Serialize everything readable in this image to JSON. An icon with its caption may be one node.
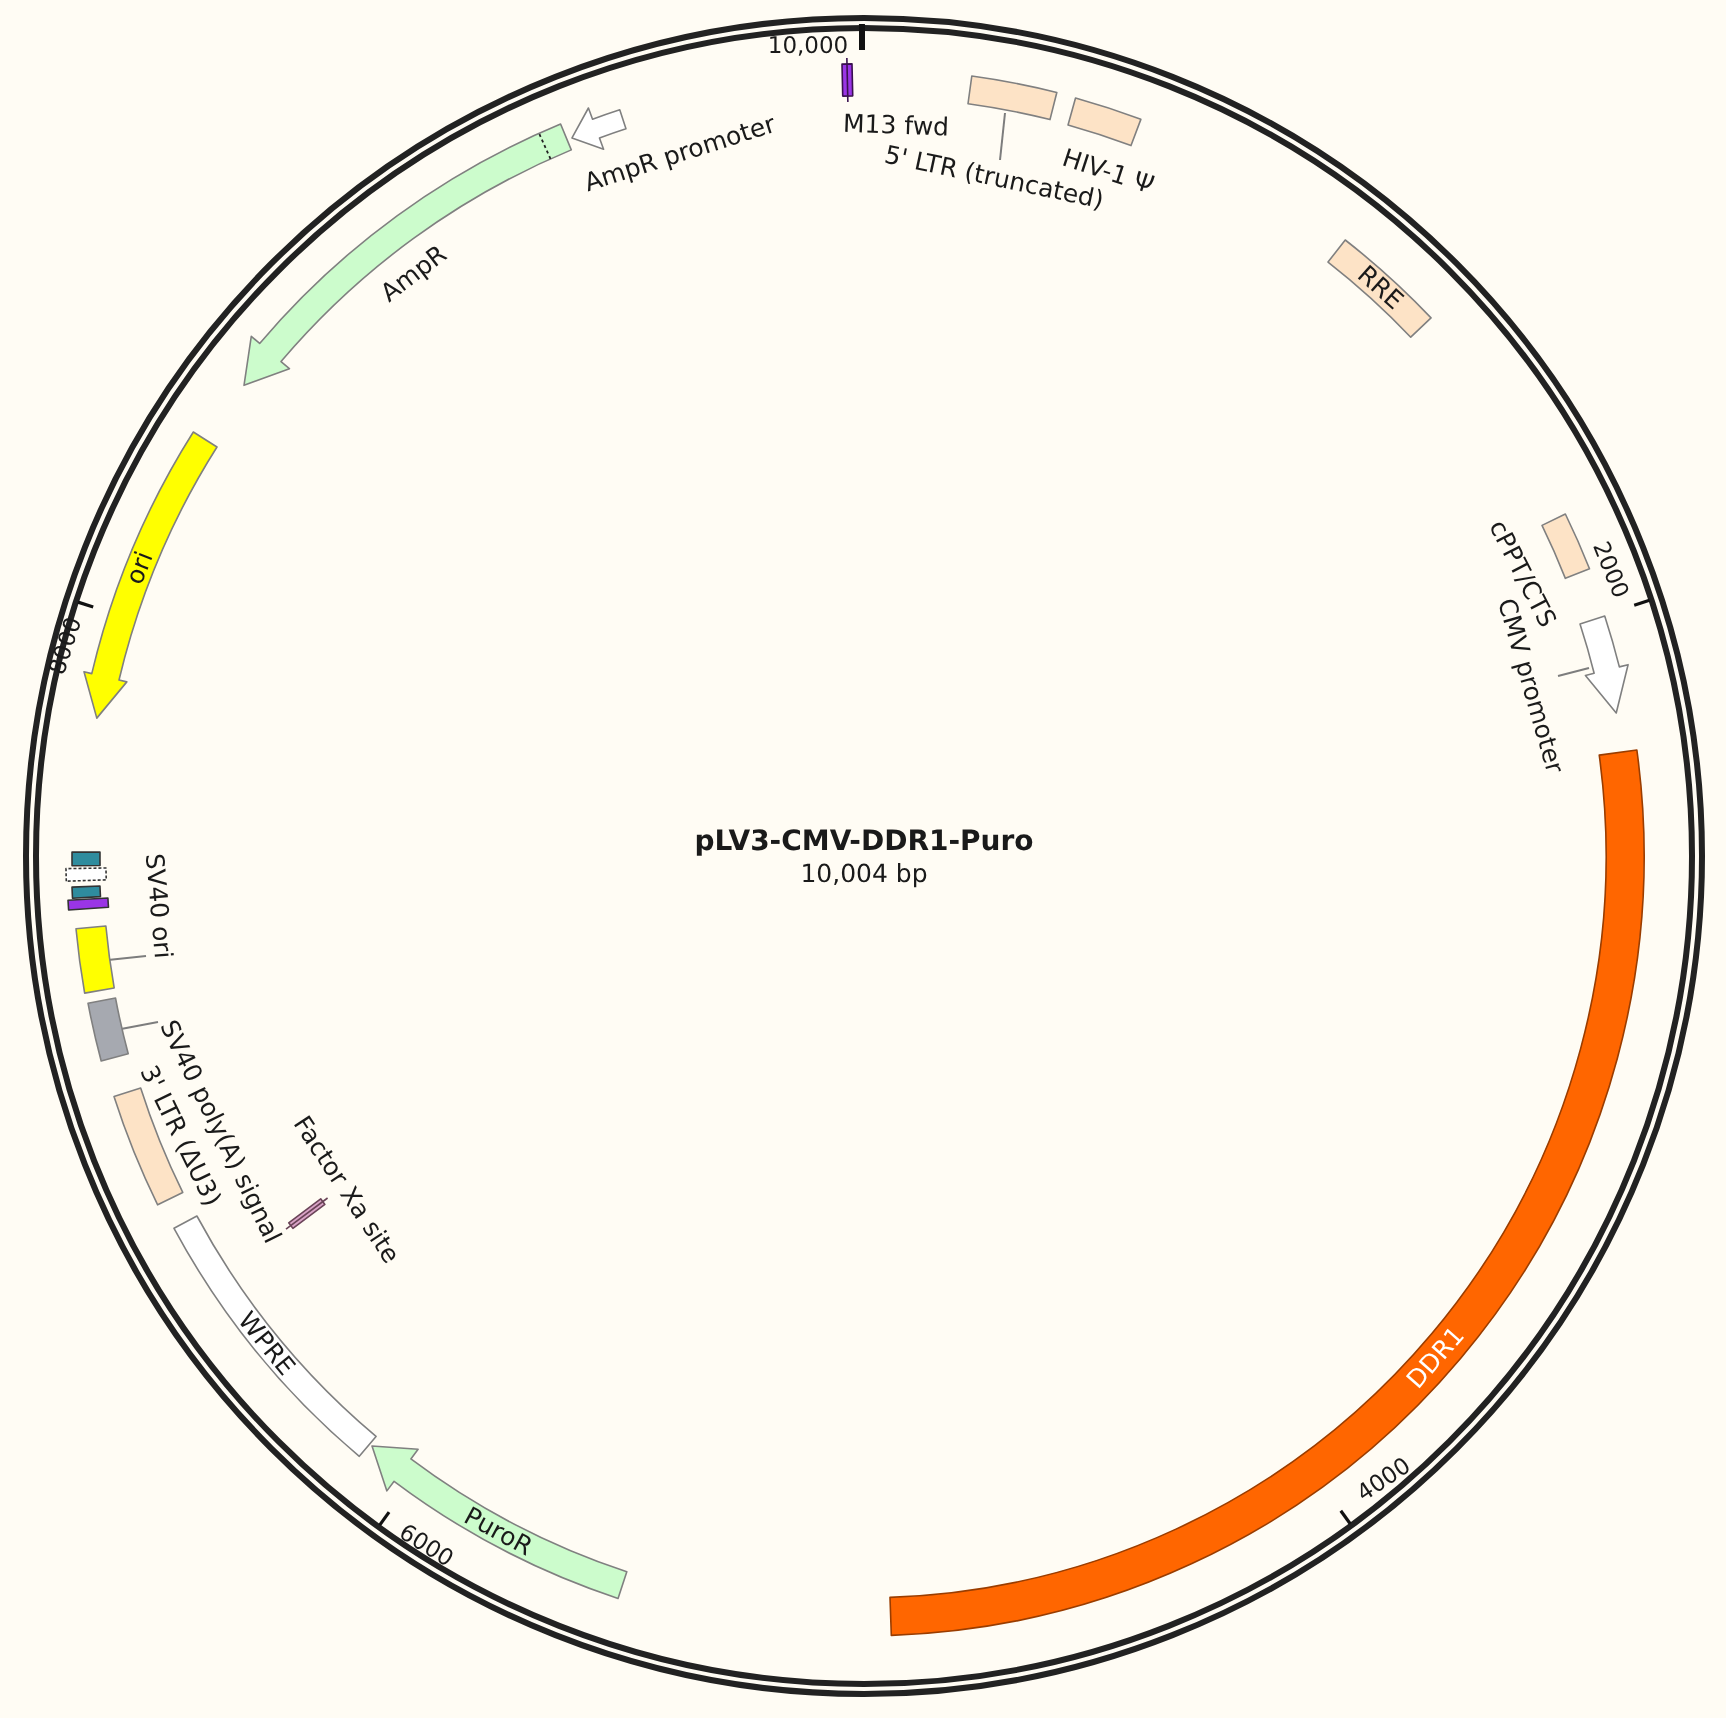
{
  "diagram": {
    "title": "pLV3-CMV-DDR1-Puro",
    "nodes": [
      {
        "text": [],
        "shape": "bar",
        "beside": [
          "M13 fwd"
        ]
      },
      {
        "text": [],
        "shape": "box"
      },
      {
        "text": [
          "5' LTR (truncated)"
        ]
      },
      {
        "text": [],
        "shape": "box",
        "beside": [
          "HIV-1 Ψ"
        ]
      },
      {
        "text": [
          "RRE"
        ]
      },
      {
        "text": [],
        "shape": "box",
        "beside": [
          "cPPT/CTS"
        ]
      },
      {
        "text": [],
        "shape": "arrow"
      },
      {
        "text": [
          "CMV promoter"
        ]
      },
      {
        "text": [
          "DDR1"
        ]
      },
      {
        "text": [
          "PuroR"
        ]
      },
      {
        "text": [
          "WPRE"
        ]
      },
      {
        "text": [],
        "shape": "bar",
        "beside": [
          "Factor Xa site"
        ]
      },
      {
        "text": [],
        "shape": "box",
        "beside": [
          "3' LTR (ΔU3)"
        ]
      },
      {
        "text": [],
        "shape": "box"
      },
      {
        "text": [
          "SV40 poly(A) signal"
        ]
      },
      {
        "text": [],
        "shape": "box"
      },
      {
        "text": [
          "SV40 ori"
        ]
      },
      {
        "text": [],
        "shape": "box"
      },
      {
        "text": [],
        "shape": "box"
      },
      {
        "text": [],
        "shape": "box"
      },
      {
        "text": [],
        "shape": "box"
      },
      {
        "text": [
          "ori"
        ]
      },
      {
        "text": [],
        "shape": "arrow",
        "beside": [
          "AmpR"
        ]
      },
      {
        "text": [],
        "shape": "arrow",
        "beside": [
          "AmpR promoter"
        ]
      }
    ],
    "edges": [
      {
        "from": 2,
        "to": 1,
        "arrow": "none"
      },
      {
        "from": 7,
        "to": 6,
        "arrow": "none"
      },
      {
        "from": 14,
        "to": 13,
        "arrow": "none"
      },
      {
        "from": 16,
        "to": 15,
        "arrow": "none"
      }
    ],
    "labels": [
      "10,000",
      "2000",
      "8000",
      "10,004 bp",
      "4000",
      "6000"
    ]
  }
}
